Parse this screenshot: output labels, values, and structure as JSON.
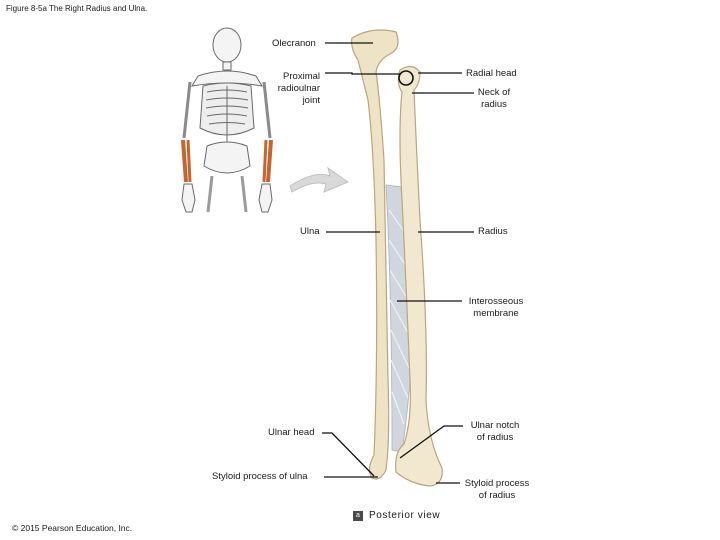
{
  "figure_title": "Figure 8-5a The Right Radius and Ulna.",
  "labels": {
    "olecranon": "Olecranon",
    "proximal_radioulnar_joint": "Proximal\nradioulnar\njoint",
    "radial_head": "Radial head",
    "neck_of_radius": "Neck of\nradius",
    "ulna": "Ulna",
    "radius": "Radius",
    "interosseous_membrane": "Interosseous\nmembrane",
    "ulnar_head": "Ulnar head",
    "ulnar_notch_of_radius": "Ulnar notch\nof radius",
    "styloid_process_of_ulna": "Styloid process of ulna",
    "styloid_process_of_radius": "Styloid process\nof radius"
  },
  "view": {
    "badge": "a",
    "text": "Posterior view"
  },
  "copyright": "© 2015 Pearson Education, Inc."
}
